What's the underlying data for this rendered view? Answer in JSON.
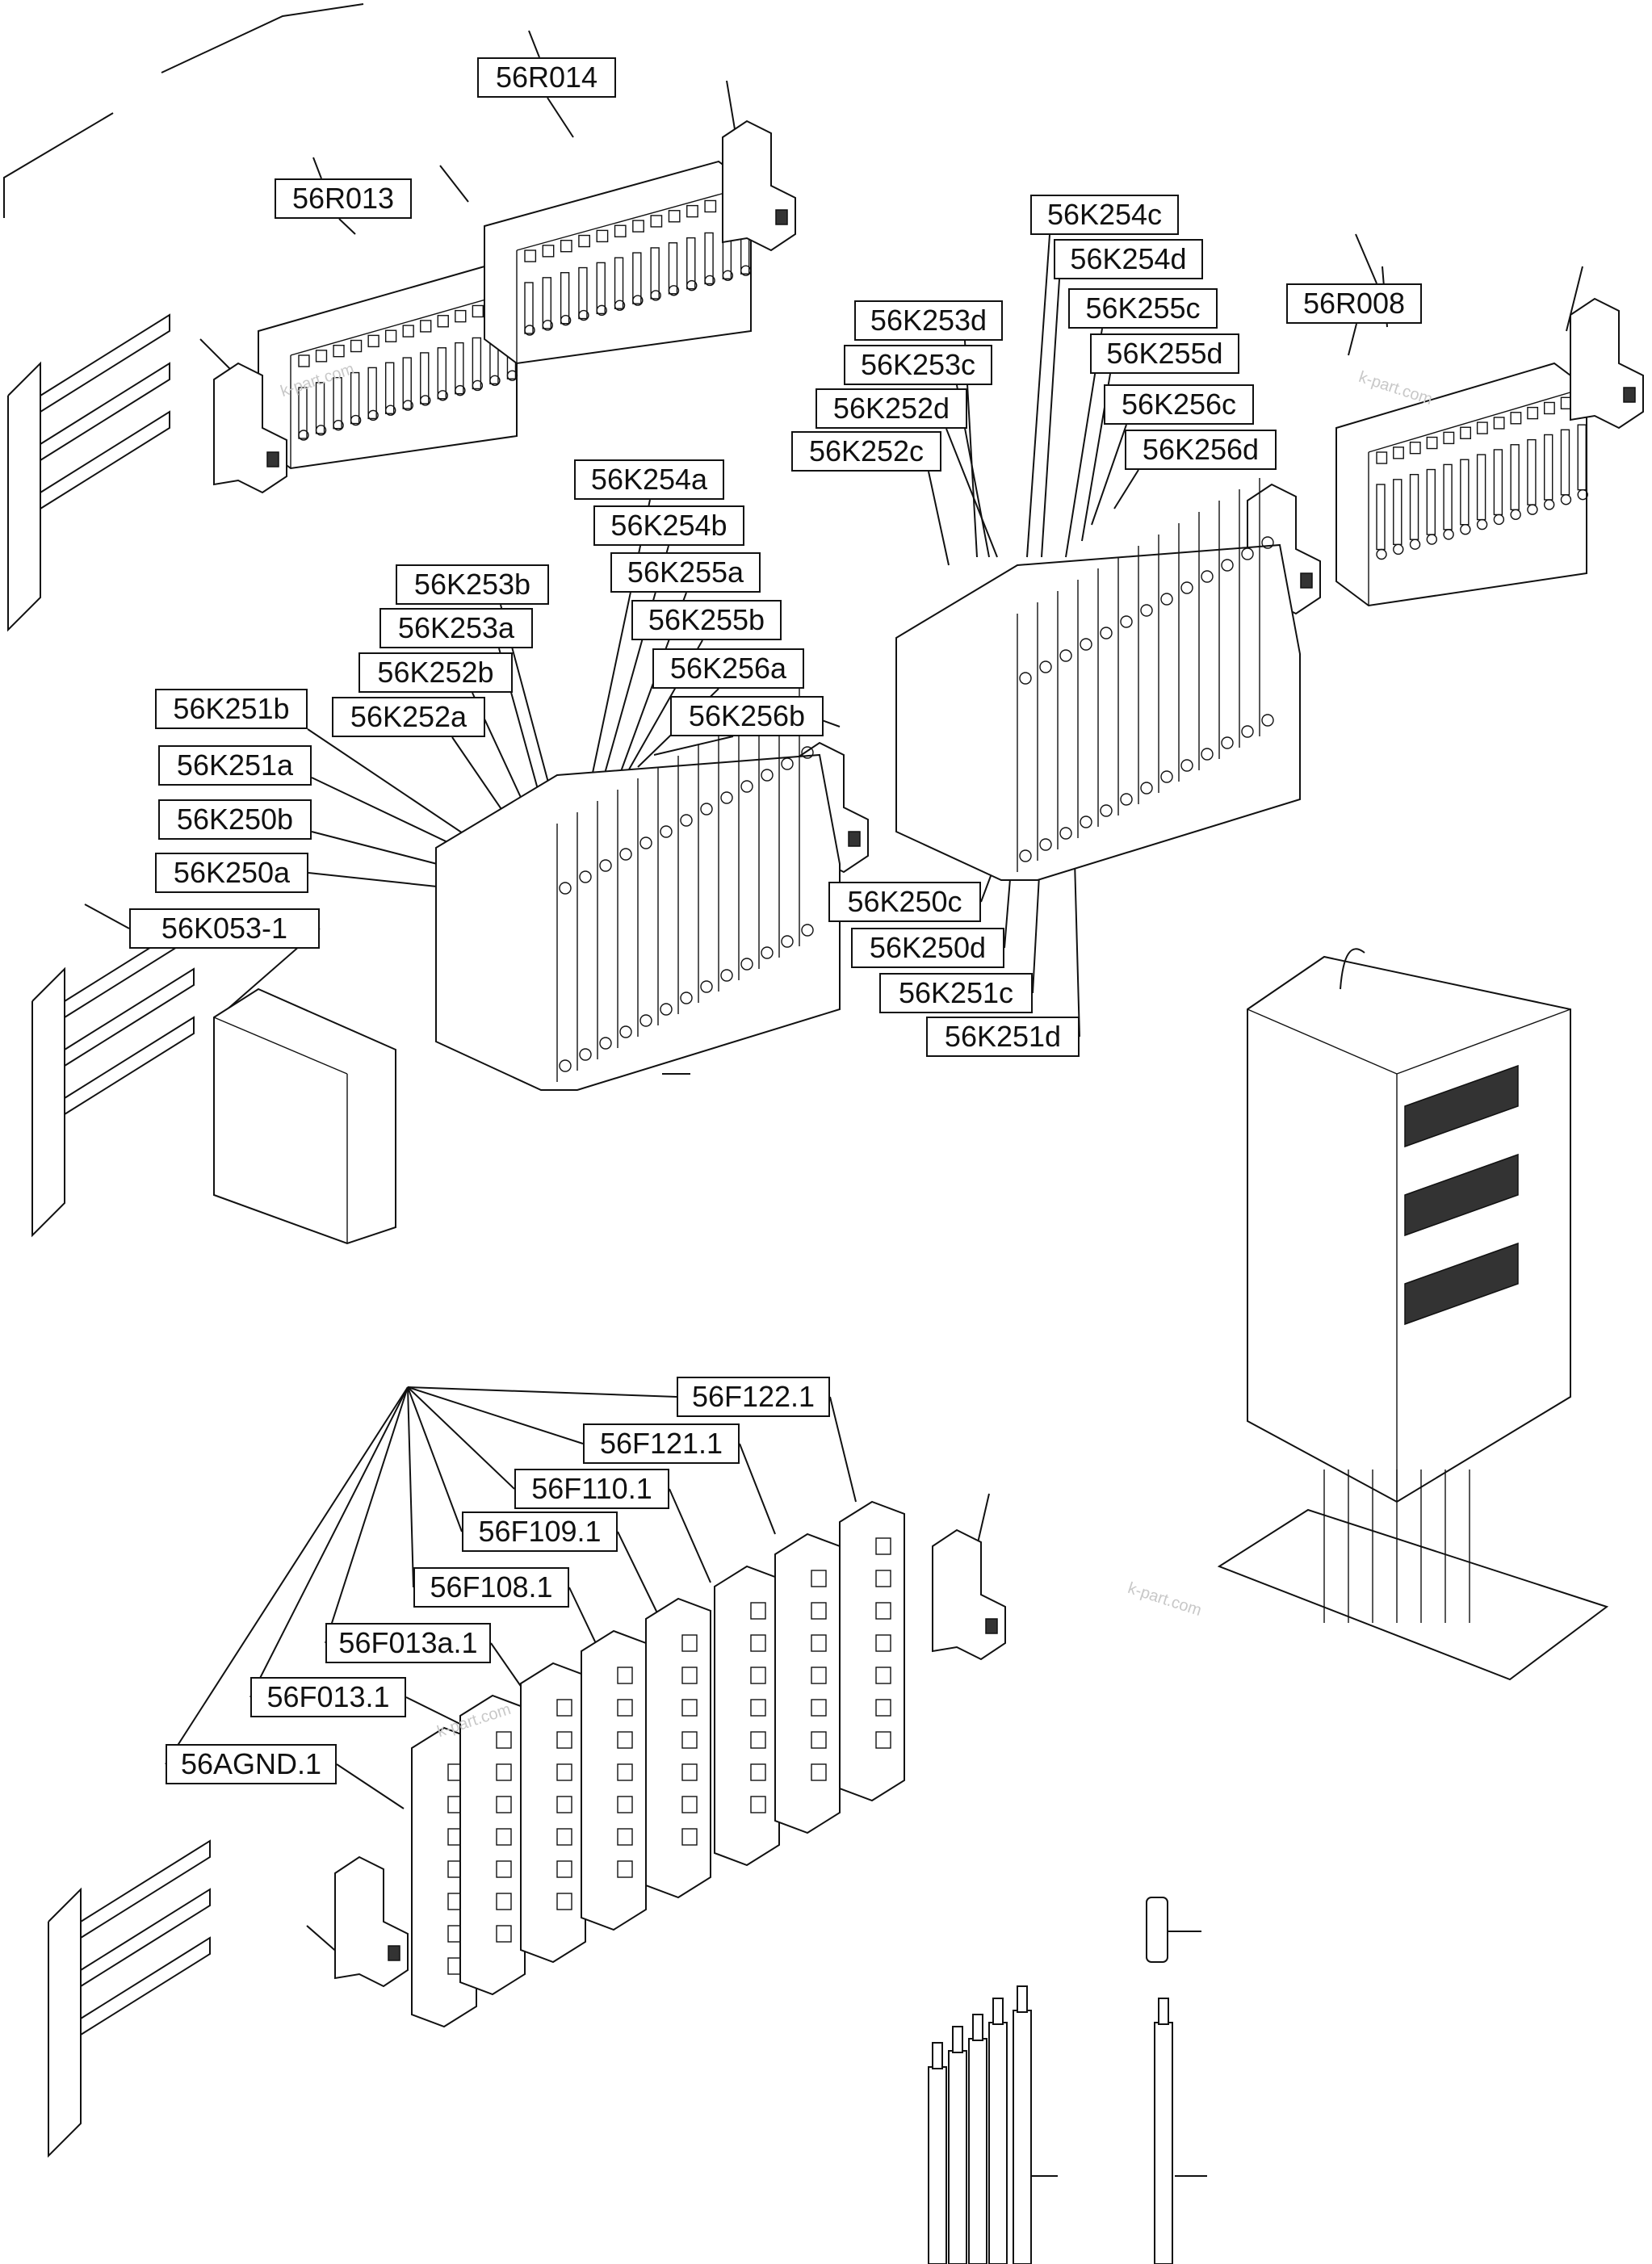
{
  "callouts": {
    "r014": "56R014",
    "r013": "56R013",
    "r008": "56R008",
    "k254c": "56K254c",
    "k254d": "56K254d",
    "k253d": "56K253d",
    "k255c": "56K255c",
    "k253c": "56K253c",
    "k255d": "56K255d",
    "k252d": "56K252d",
    "k256c": "56K256c",
    "k252c": "56K252c",
    "k256d": "56K256d",
    "k254a": "56K254a",
    "k254b": "56K254b",
    "k253b": "56K253b",
    "k255a": "56K255a",
    "k253a": "56K253a",
    "k255b": "56K255b",
    "k252b": "56K252b",
    "k256a": "56K256a",
    "k251b": "56K251b",
    "k252a": "56K252a",
    "k256b": "56K256b",
    "k251a": "56K251a",
    "k250b": "56K250b",
    "k250a": "56K250a",
    "k053": "56K053-1",
    "k250c": "56K250c",
    "k250d": "56K250d",
    "k251c": "56K251c",
    "k251d": "56K251d",
    "f122": "56F122.1",
    "f121": "56F121.1",
    "f110": "56F110.1",
    "f109": "56F109.1",
    "f108": "56F108.1",
    "f013a": "56F013a.1",
    "f013": "56F013.1",
    "agnd": "56AGND.1"
  },
  "watermark": "k-part.com",
  "icons": {
    "din_rail": "din-rail-icon",
    "terminal_block": "terminal-block-icon",
    "relay": "relay-module-icon",
    "fuse_terminal": "fuse-terminal-icon",
    "end_clamp": "end-clamp-icon",
    "cabinet": "control-cabinet-icon",
    "ferrule": "wire-ferrule-icon",
    "wire": "wire-icon"
  }
}
